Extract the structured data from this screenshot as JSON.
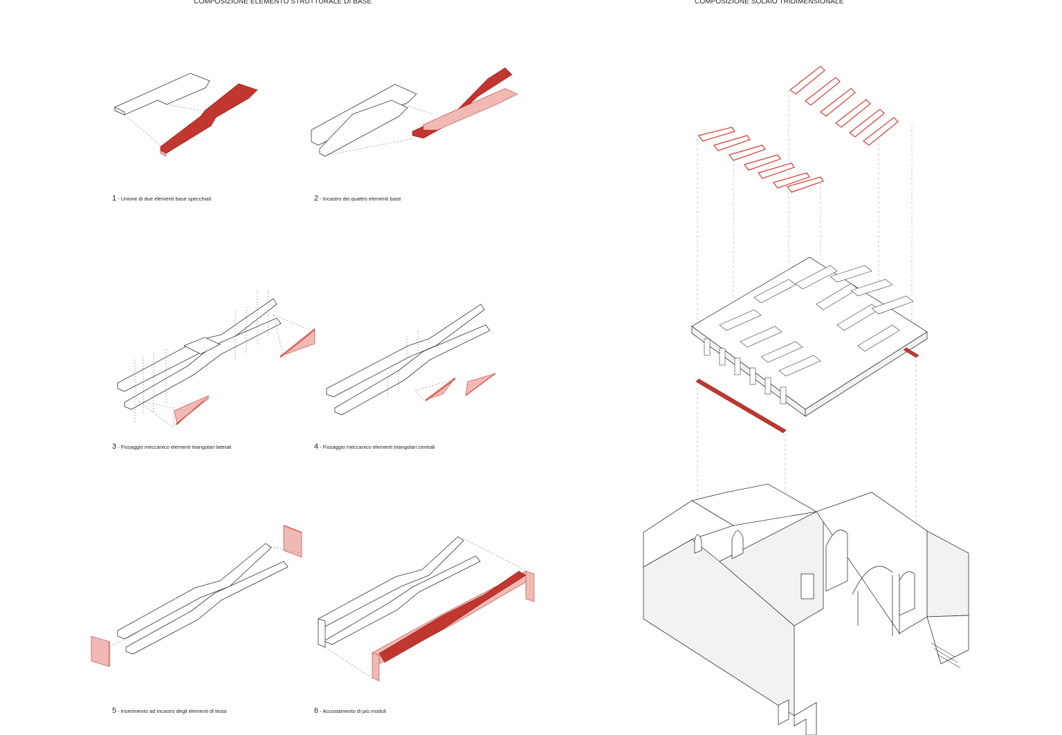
{
  "titles": {
    "left": "COMPOSIZIONE ELEMENTO STRUTTURALE DI BASE",
    "right": "COMPOSIZIONE SOLAIO TRIDIMENSIONALE"
  },
  "steps": [
    {
      "num": "1",
      "text": "- Unione di due elementi base specchiati"
    },
    {
      "num": "2",
      "text": "- Incastro dei quattro elementi base"
    },
    {
      "num": "3",
      "text": "- Fissaggio meccanico elementi triangolari laterali"
    },
    {
      "num": "4",
      "text": "- Fissaggio meccanico elementi triangolari centrali"
    },
    {
      "num": "5",
      "text": "- Inserimento ad incastro degli elementi di testa"
    },
    {
      "num": "6",
      "text": "- Accostamento di più moduli"
    }
  ],
  "colors": {
    "accent": "#c0372f",
    "accent_light": "#f0b9b4",
    "line": "#333333"
  }
}
